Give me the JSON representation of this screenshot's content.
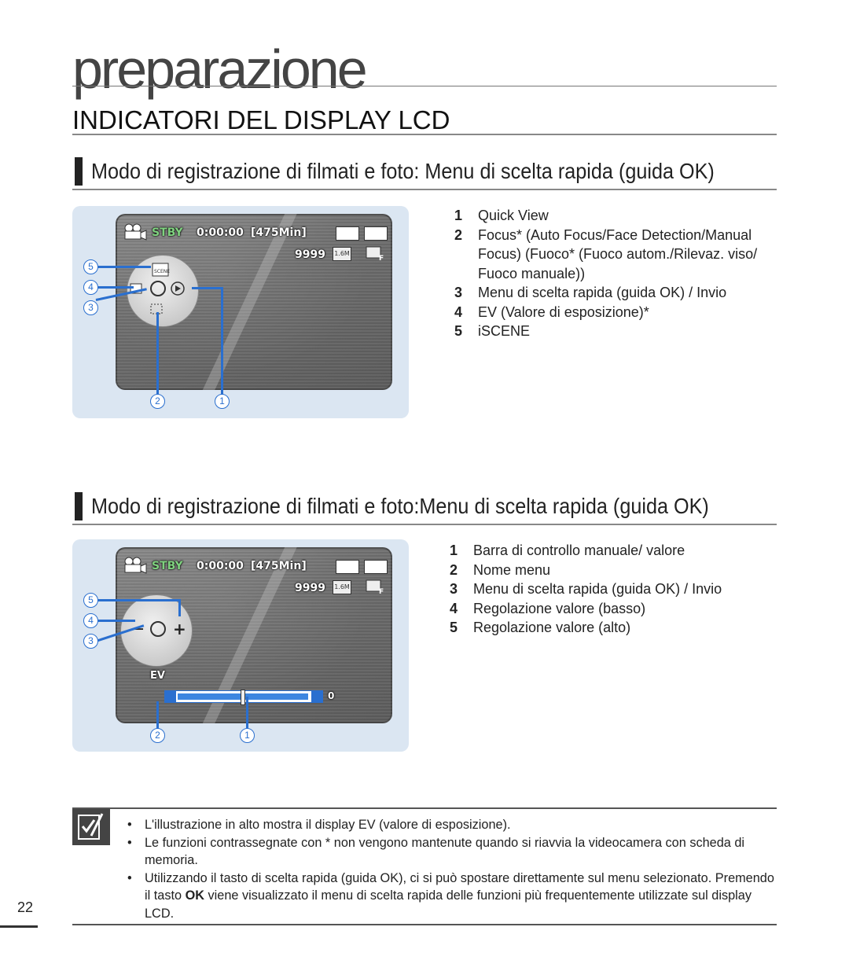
{
  "chapter": {
    "title": "preparazione"
  },
  "section": {
    "title": "INDICATORI DEL DISPLAY LCD"
  },
  "sections": [
    {
      "heading": "Modo di registrazione di filmati e foto: Menu di scelta rapida (guida OK)",
      "screen": {
        "status_stby": "STBY",
        "status_time": "0:00:00",
        "status_remaining": "[475Min]",
        "photo_count": "9999",
        "resolution": "1.6M",
        "scene_label": "SCENE",
        "callouts": [
          "1",
          "2",
          "3",
          "4",
          "5"
        ]
      },
      "items": [
        {
          "num": "1",
          "text": "Quick View"
        },
        {
          "num": "2",
          "text": "Focus* (Auto Focus/Face Detection/Manual Focus) (Fuoco* (Fuoco autom./Rilevaz. viso/ Fuoco manuale))"
        },
        {
          "num": "3",
          "text": "Menu di scelta rapida (guida OK) / Invio"
        },
        {
          "num": "4",
          "text": "EV (Valore di esposizione)*"
        },
        {
          "num": "5",
          "text": "iSCENE"
        }
      ]
    },
    {
      "heading": "Modo di registrazione di filmati e foto:Menu di scelta rapida (guida OK)",
      "screen": {
        "status_stby": "STBY",
        "status_time": "0:00:00",
        "status_remaining": "[475Min]",
        "photo_count": "9999",
        "resolution": "1.6M",
        "ev_label": "EV",
        "ev_value": "0",
        "ev_minus": "−",
        "ev_plus": "+",
        "callouts": [
          "1",
          "2",
          "3",
          "4",
          "5"
        ]
      },
      "items": [
        {
          "num": "1",
          "text": "Barra di controllo manuale/ valore"
        },
        {
          "num": "2",
          "text": "Nome menu"
        },
        {
          "num": "3",
          "text": "Menu di scelta rapida (guida OK) / Invio"
        },
        {
          "num": "4",
          "text": "Regolazione valore (basso)"
        },
        {
          "num": "5",
          "text": "Regolazione valore (alto)"
        }
      ]
    }
  ],
  "notes": [
    "L'illustrazione in alto mostra il display EV (valore di esposizione).",
    "Le funzioni contrassegnate con * non vengono mantenute quando si riavvia la videocamera con scheda di memoria.",
    "Utilizzando il tasto di scelta rapida (guida OK), ci si può spostare direttamente sul menu selezionato. Premendo il tasto OK viene visualizzato il menu di scelta rapida delle funzioni più frequentemente utilizzate sul display LCD."
  ],
  "note_icon": "note-pencil-icon",
  "page_number": "22",
  "colors": {
    "callout": "#2a6fcf",
    "panel": "#dbe6f2",
    "stby": "#7fd27f"
  }
}
